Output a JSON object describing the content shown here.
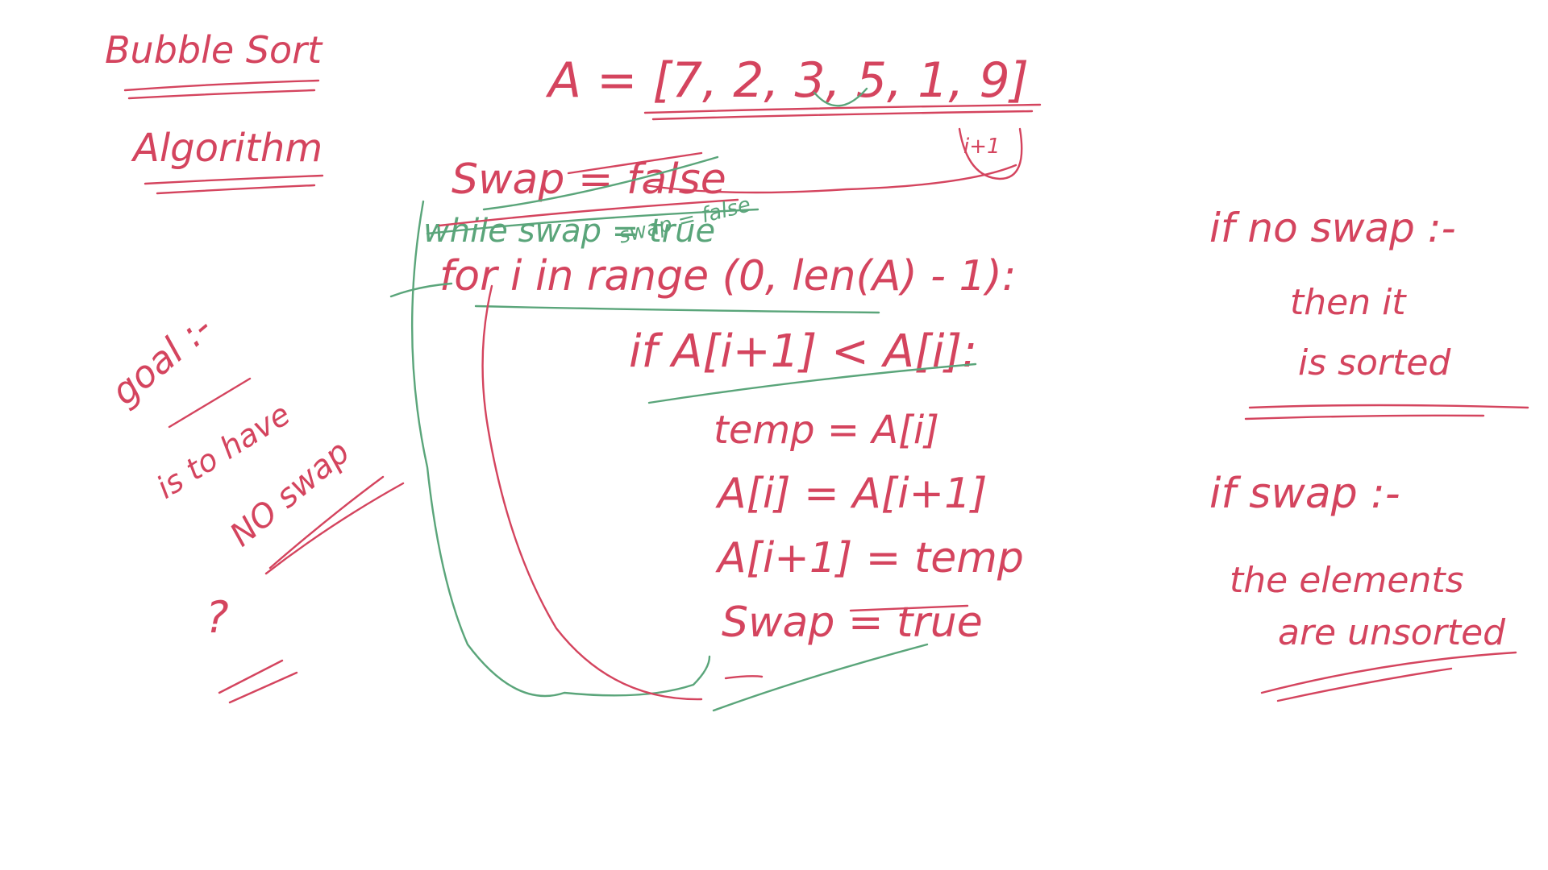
{
  "colors": {
    "ink_red": "#d4445e",
    "ink_green": "#5aa57a",
    "background": "#ffffff"
  },
  "title": {
    "line1": "Bubble Sort",
    "line2": "Algorithm"
  },
  "array_line": {
    "text": "A = [7, 2, 3, 5, 1, 9]",
    "index_label": "i+1"
  },
  "code": {
    "swap_init": "Swap = false",
    "while_line": "while swap = true",
    "swap_reset": "swap = false",
    "for_line": "for i in range (0, len(A) - 1):",
    "if_line": "if A[i+1] < A[i]:",
    "temp_line": "temp = A[i]",
    "assign1": "A[i] = A[i+1]",
    "assign2": "A[i+1] = temp",
    "swap_true": "Swap = true"
  },
  "goal_note": {
    "label": "goal :-",
    "line1": "is to have",
    "line2": "NO swap",
    "question": "?"
  },
  "right_notes": {
    "no_swap_label": "if no swap :-",
    "no_swap_line1": "then it",
    "no_swap_line2": "is sorted",
    "swap_label": "if swap :-",
    "swap_line1": "the elements",
    "swap_line2": "are unsorted"
  }
}
